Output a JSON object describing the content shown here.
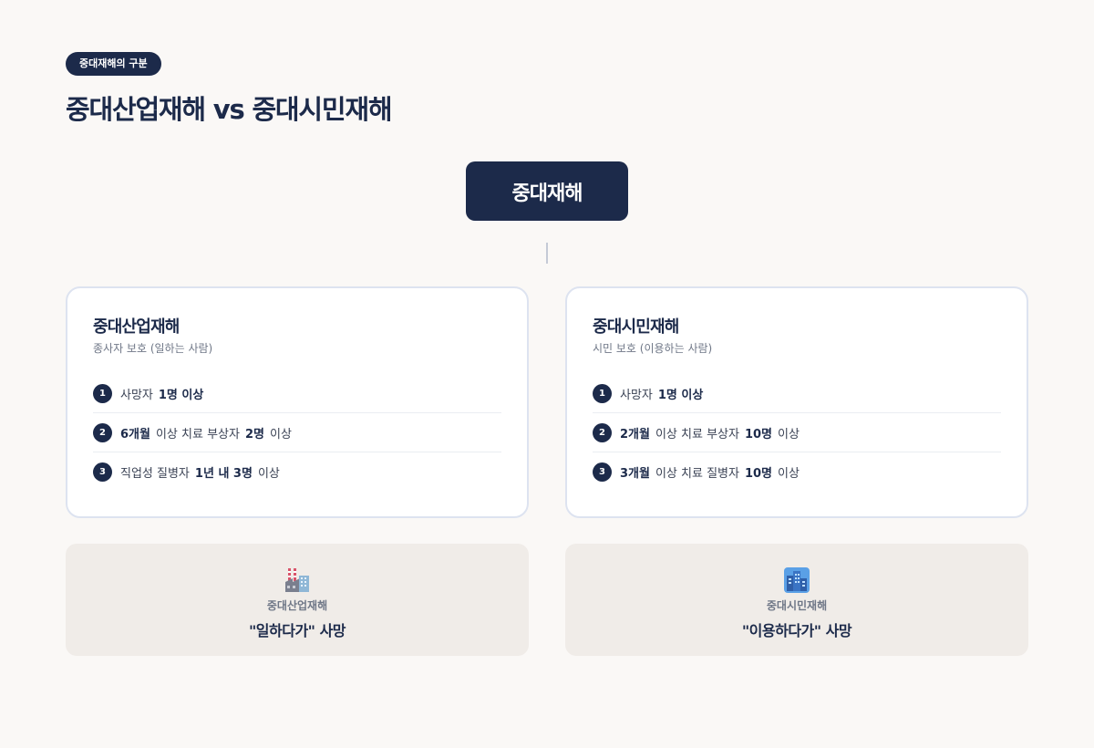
{
  "header": {
    "badge": "중대재해의 구분",
    "title": "중대산업재해 vs 중대시민재해"
  },
  "root": {
    "label": "중대재해"
  },
  "cards": [
    {
      "title": "중대산업재해",
      "subtitle": "종사자 보호 (일하는 사람)",
      "criteria": [
        {
          "num": "1",
          "parts": [
            {
              "text": "사망자",
              "bold": false
            },
            {
              "text": "1명 이상",
              "bold": true
            }
          ]
        },
        {
          "num": "2",
          "parts": [
            {
              "text": "6개월",
              "bold": true
            },
            {
              "text": "이상 치료 부상자",
              "bold": false
            },
            {
              "text": "2명",
              "bold": true
            },
            {
              "text": "이상",
              "bold": false
            }
          ]
        },
        {
          "num": "3",
          "parts": [
            {
              "text": "직업성 질병자",
              "bold": false
            },
            {
              "text": "1년 내 3명",
              "bold": true
            },
            {
              "text": "이상",
              "bold": false
            }
          ]
        }
      ]
    },
    {
      "title": "중대시민재해",
      "subtitle": "시민 보호 (이용하는 사람)",
      "criteria": [
        {
          "num": "1",
          "parts": [
            {
              "text": "사망자",
              "bold": false
            },
            {
              "text": "1명 이상",
              "bold": true
            }
          ]
        },
        {
          "num": "2",
          "parts": [
            {
              "text": "2개월",
              "bold": true
            },
            {
              "text": "이상 치료 부상자",
              "bold": false
            },
            {
              "text": "10명",
              "bold": true
            },
            {
              "text": "이상",
              "bold": false
            }
          ]
        },
        {
          "num": "3",
          "parts": [
            {
              "text": "3개월",
              "bold": true
            },
            {
              "text": "이상 치료 질병자",
              "bold": false
            },
            {
              "text": "10명",
              "bold": true
            },
            {
              "text": "이상",
              "bold": false
            }
          ]
        }
      ]
    }
  ],
  "summaries": [
    {
      "icon": "factory-icon",
      "label": "중대산업재해",
      "quote": "\"일하다가\" 사망"
    },
    {
      "icon": "city-buildings-icon",
      "label": "중대시민재해",
      "quote": "\"이용하다가\" 사망"
    }
  ]
}
